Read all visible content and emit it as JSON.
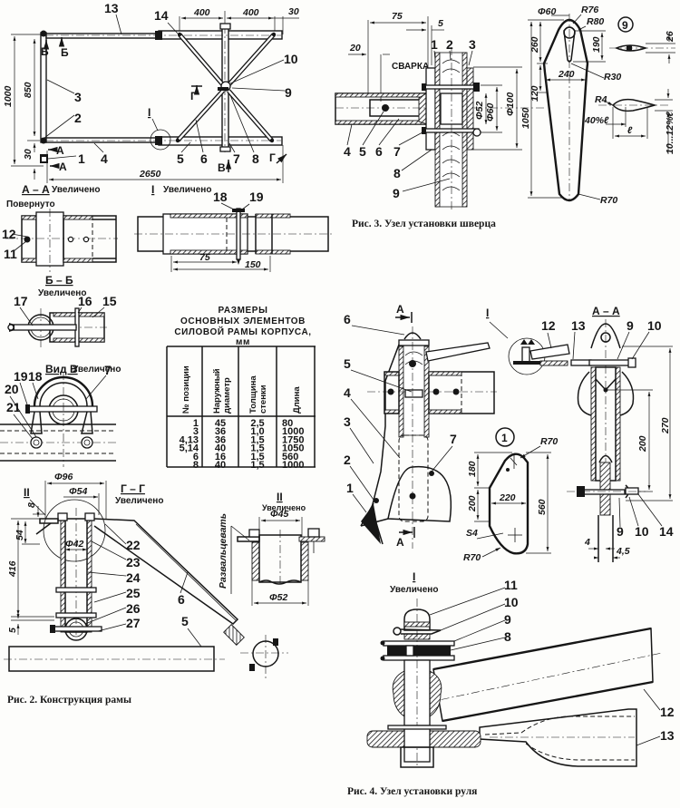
{
  "page": {
    "title": "Силовая рама корпуса, узлы установки шверца и руля",
    "ink_color": "#161616",
    "paper_color": "#fdfdfb"
  },
  "fig2": {
    "caption": "Рис. 2. Конструкция рамы",
    "plan": {
      "dims": {
        "overall_length": "2650",
        "overall_width": "1000",
        "inner_width": "850",
        "end_offset": "30",
        "right_offset": "30",
        "half_span_left": "400",
        "half_span_right": "400"
      },
      "callouts": [
        "1",
        "2",
        "3",
        "4",
        "5",
        "6",
        "7",
        "8",
        "9",
        "10",
        "13",
        "14"
      ],
      "section_marks": {
        "a": "А",
        "b": "Б",
        "g": "Г",
        "v": "В",
        "detail": "I"
      }
    },
    "view_aa": {
      "title": "А – А",
      "note": "Увеличено",
      "note2": "Повернуто",
      "callouts": [
        "12",
        "11"
      ]
    },
    "view_detail1": {
      "title": "I",
      "note": "Увеличено",
      "callouts": [
        "18",
        "19"
      ],
      "dims": [
        "75",
        "150"
      ]
    },
    "view_bb": {
      "title": "Б – Б",
      "note": "Увеличено",
      "callouts": [
        "17",
        "16",
        "15"
      ]
    },
    "view_v": {
      "title": "Вид В",
      "note": "Увеличено",
      "callouts": [
        "19",
        "18",
        "7",
        "20",
        "21"
      ]
    },
    "view_gg": {
      "title": "Г – Г",
      "note": "Увеличено",
      "detail_mark": "II",
      "dims": {
        "d96": "Φ96",
        "d54": "Φ54",
        "d42": "Φ42",
        "h8": "8",
        "h54": "54",
        "h416": "416",
        "h5": "5"
      },
      "callouts": [
        "22",
        "23",
        "24",
        "25",
        "26",
        "27",
        "6",
        "5"
      ]
    },
    "view_detail2": {
      "title": "II",
      "note": "Увеличено",
      "dims": {
        "d45": "Φ45",
        "d52": "Φ52"
      },
      "side_note": "Развальцевать"
    },
    "table": {
      "title_lines": [
        "РАЗМЕРЫ",
        "ОСНОВНЫХ  ЭЛЕМЕНТОВ",
        "СИЛОВОЙ РАМЫ КОРПУСА,",
        "мм"
      ],
      "headers": [
        "№ позиции",
        "Наружный диаметр",
        "Толщина стенки",
        "Длина"
      ],
      "header_lines": [
        [
          "№  позиции"
        ],
        [
          "Наружный",
          "диаметр"
        ],
        [
          "Толщина",
          "стенки"
        ],
        [
          "Длина"
        ]
      ],
      "rows": [
        {
          "position": "1",
          "outer_diameter": "45",
          "wall": "2,5",
          "length": "80"
        },
        {
          "position": "3",
          "outer_diameter": "36",
          "wall": "1,0",
          "length": "1000"
        },
        {
          "position": "4,13",
          "outer_diameter": "36",
          "wall": "1,5",
          "length": "1750"
        },
        {
          "position": "5,14",
          "outer_diameter": "40",
          "wall": "1,5",
          "length": "1050"
        },
        {
          "position": "6",
          "outer_diameter": "16",
          "wall": "1,5",
          "length": "560"
        },
        {
          "position": "8",
          "outer_diameter": "40",
          "wall": "1,5",
          "length": "1000"
        }
      ]
    }
  },
  "fig3": {
    "caption": "Рис. 3. Узел установки шверца",
    "weld_note": "СВАРКА",
    "dims": {
      "d75": "75",
      "d20": "20",
      "d5": "5",
      "d52": "Φ52",
      "d60": "Φ60",
      "d100": "Φ100"
    },
    "callouts": [
      "1",
      "2",
      "3",
      "4",
      "5",
      "6",
      "7",
      "8",
      "9"
    ],
    "board": {
      "item": "9",
      "dims": {
        "d60": "Φ60",
        "r76": "R76",
        "r80": "R80",
        "h260": "260",
        "h190": "190",
        "h120": "120",
        "w240": "240",
        "r30": "R30",
        "h1050": "1050",
        "r70": "R70",
        "t26": "26",
        "r4": "R4",
        "pct40": "40%ℓ",
        "chord": "ℓ",
        "thick": "10...12%ℓ"
      }
    }
  },
  "fig4": {
    "caption": "Рис. 4. Узел установки руля",
    "side_view": {
      "mark": "А",
      "detail_mark": "I",
      "callouts": [
        "6",
        "5",
        "4",
        "3",
        "2",
        "1",
        "7"
      ]
    },
    "view_aa": {
      "title": "А – А",
      "callouts": [
        "12",
        "13",
        "9",
        "10",
        "9",
        "10",
        "14"
      ],
      "dims": {
        "h270": "270",
        "h200": "200",
        "t4": "4",
        "t45": "4,5"
      }
    },
    "part1": {
      "item": "1",
      "dims": {
        "r70_top": "R70",
        "h180": "180",
        "h200": "200",
        "w220": "220",
        "h560": "560",
        "s4": "S4",
        "r70_bottom": "R70"
      }
    },
    "detail1": {
      "title": "I",
      "note": "Увеличено",
      "callouts": [
        "11",
        "10",
        "9",
        "8",
        "12",
        "13"
      ]
    }
  }
}
